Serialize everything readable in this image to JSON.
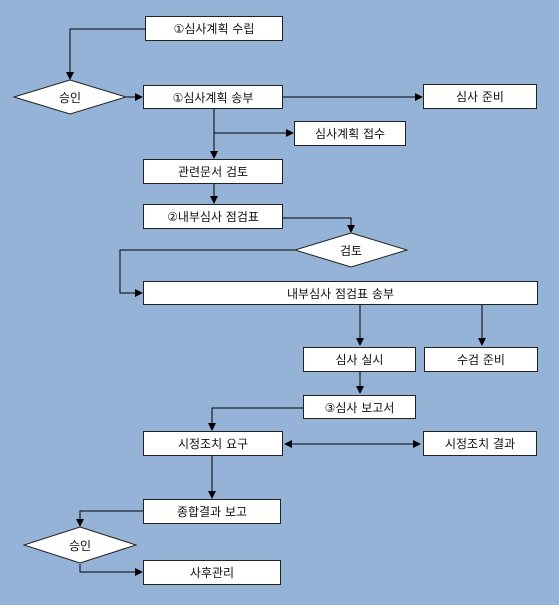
{
  "diagram": {
    "nodes": {
      "plan_establish": "①심사계획 수립",
      "approve_1": "승인",
      "plan_send": "①심사계획 송부",
      "audit_prepare": "심사 준비",
      "plan_receive": "심사계획 접수",
      "doc_review": "관련문서 검토",
      "checklist": "②내부심사 점검표",
      "review": "검토",
      "checklist_send": "내부심사 점검표 송부",
      "audit_conduct": "심사 실시",
      "auditee_prepare": "수검 준비",
      "audit_report": "③심사 보고서",
      "corrective_request": "시정조치 요구",
      "corrective_result": "시정조치 결과",
      "summary_report": "종합결과 보고",
      "approve_2": "승인",
      "followup": "사후관리"
    }
  }
}
